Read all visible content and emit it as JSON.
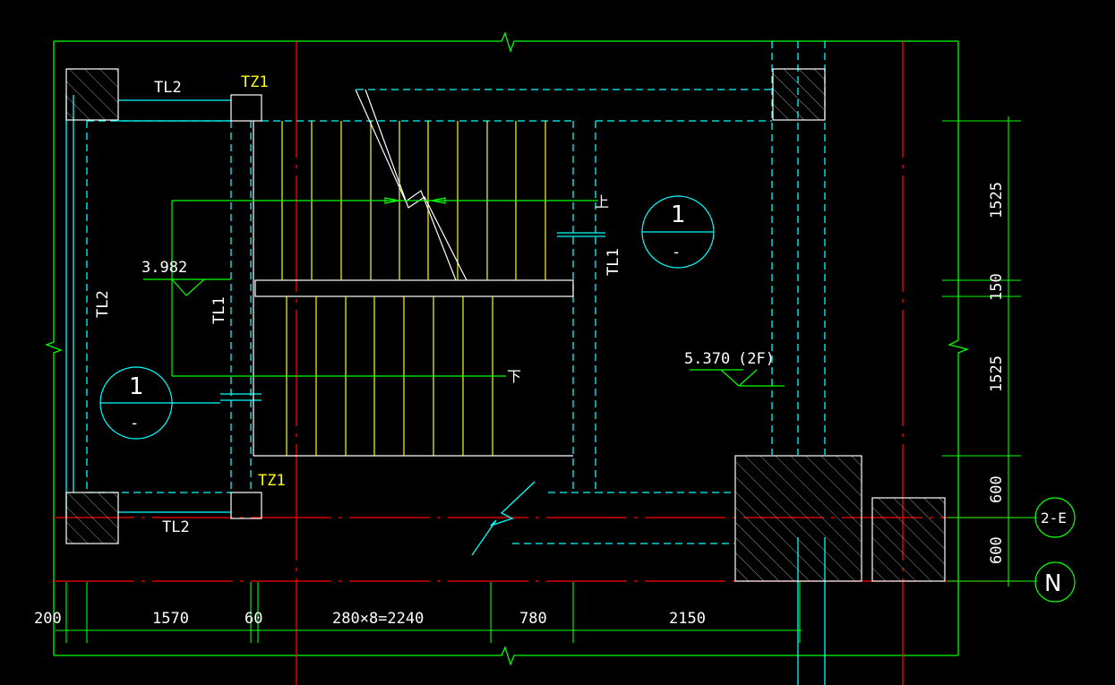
{
  "colors": {
    "background": "#000000",
    "green": "#00ff00",
    "cyan": "#00ffff",
    "red": "#ff0000",
    "yellow": "#ffff00",
    "white": "#ffffff"
  },
  "labels": {
    "beam_tl2_top": "TL2",
    "beam_tl2_bottom": "TL2",
    "beam_tl2_left": "TL2",
    "column_tz1_top": "TZ1",
    "column_tz1_bottom": "TZ1",
    "beam_tl1_left": "TL1",
    "beam_tl1_right": "TL1",
    "stair_up": "上",
    "stair_down": "下"
  },
  "elevations": {
    "landing": "3.982",
    "floor": "5.370",
    "floor_tag": "(2F)"
  },
  "section_markers": [
    {
      "number": "1",
      "sheet": "-"
    },
    {
      "number": "1",
      "sheet": "-"
    }
  ],
  "grid_bubbles": {
    "upper": "2-E",
    "lower": "N"
  },
  "dimensions": {
    "horizontal": [
      "200",
      "1570",
      "60",
      "280×8=2240",
      "780",
      "2150"
    ],
    "vertical": [
      "1525",
      "150",
      "1525",
      "600",
      "600"
    ]
  }
}
